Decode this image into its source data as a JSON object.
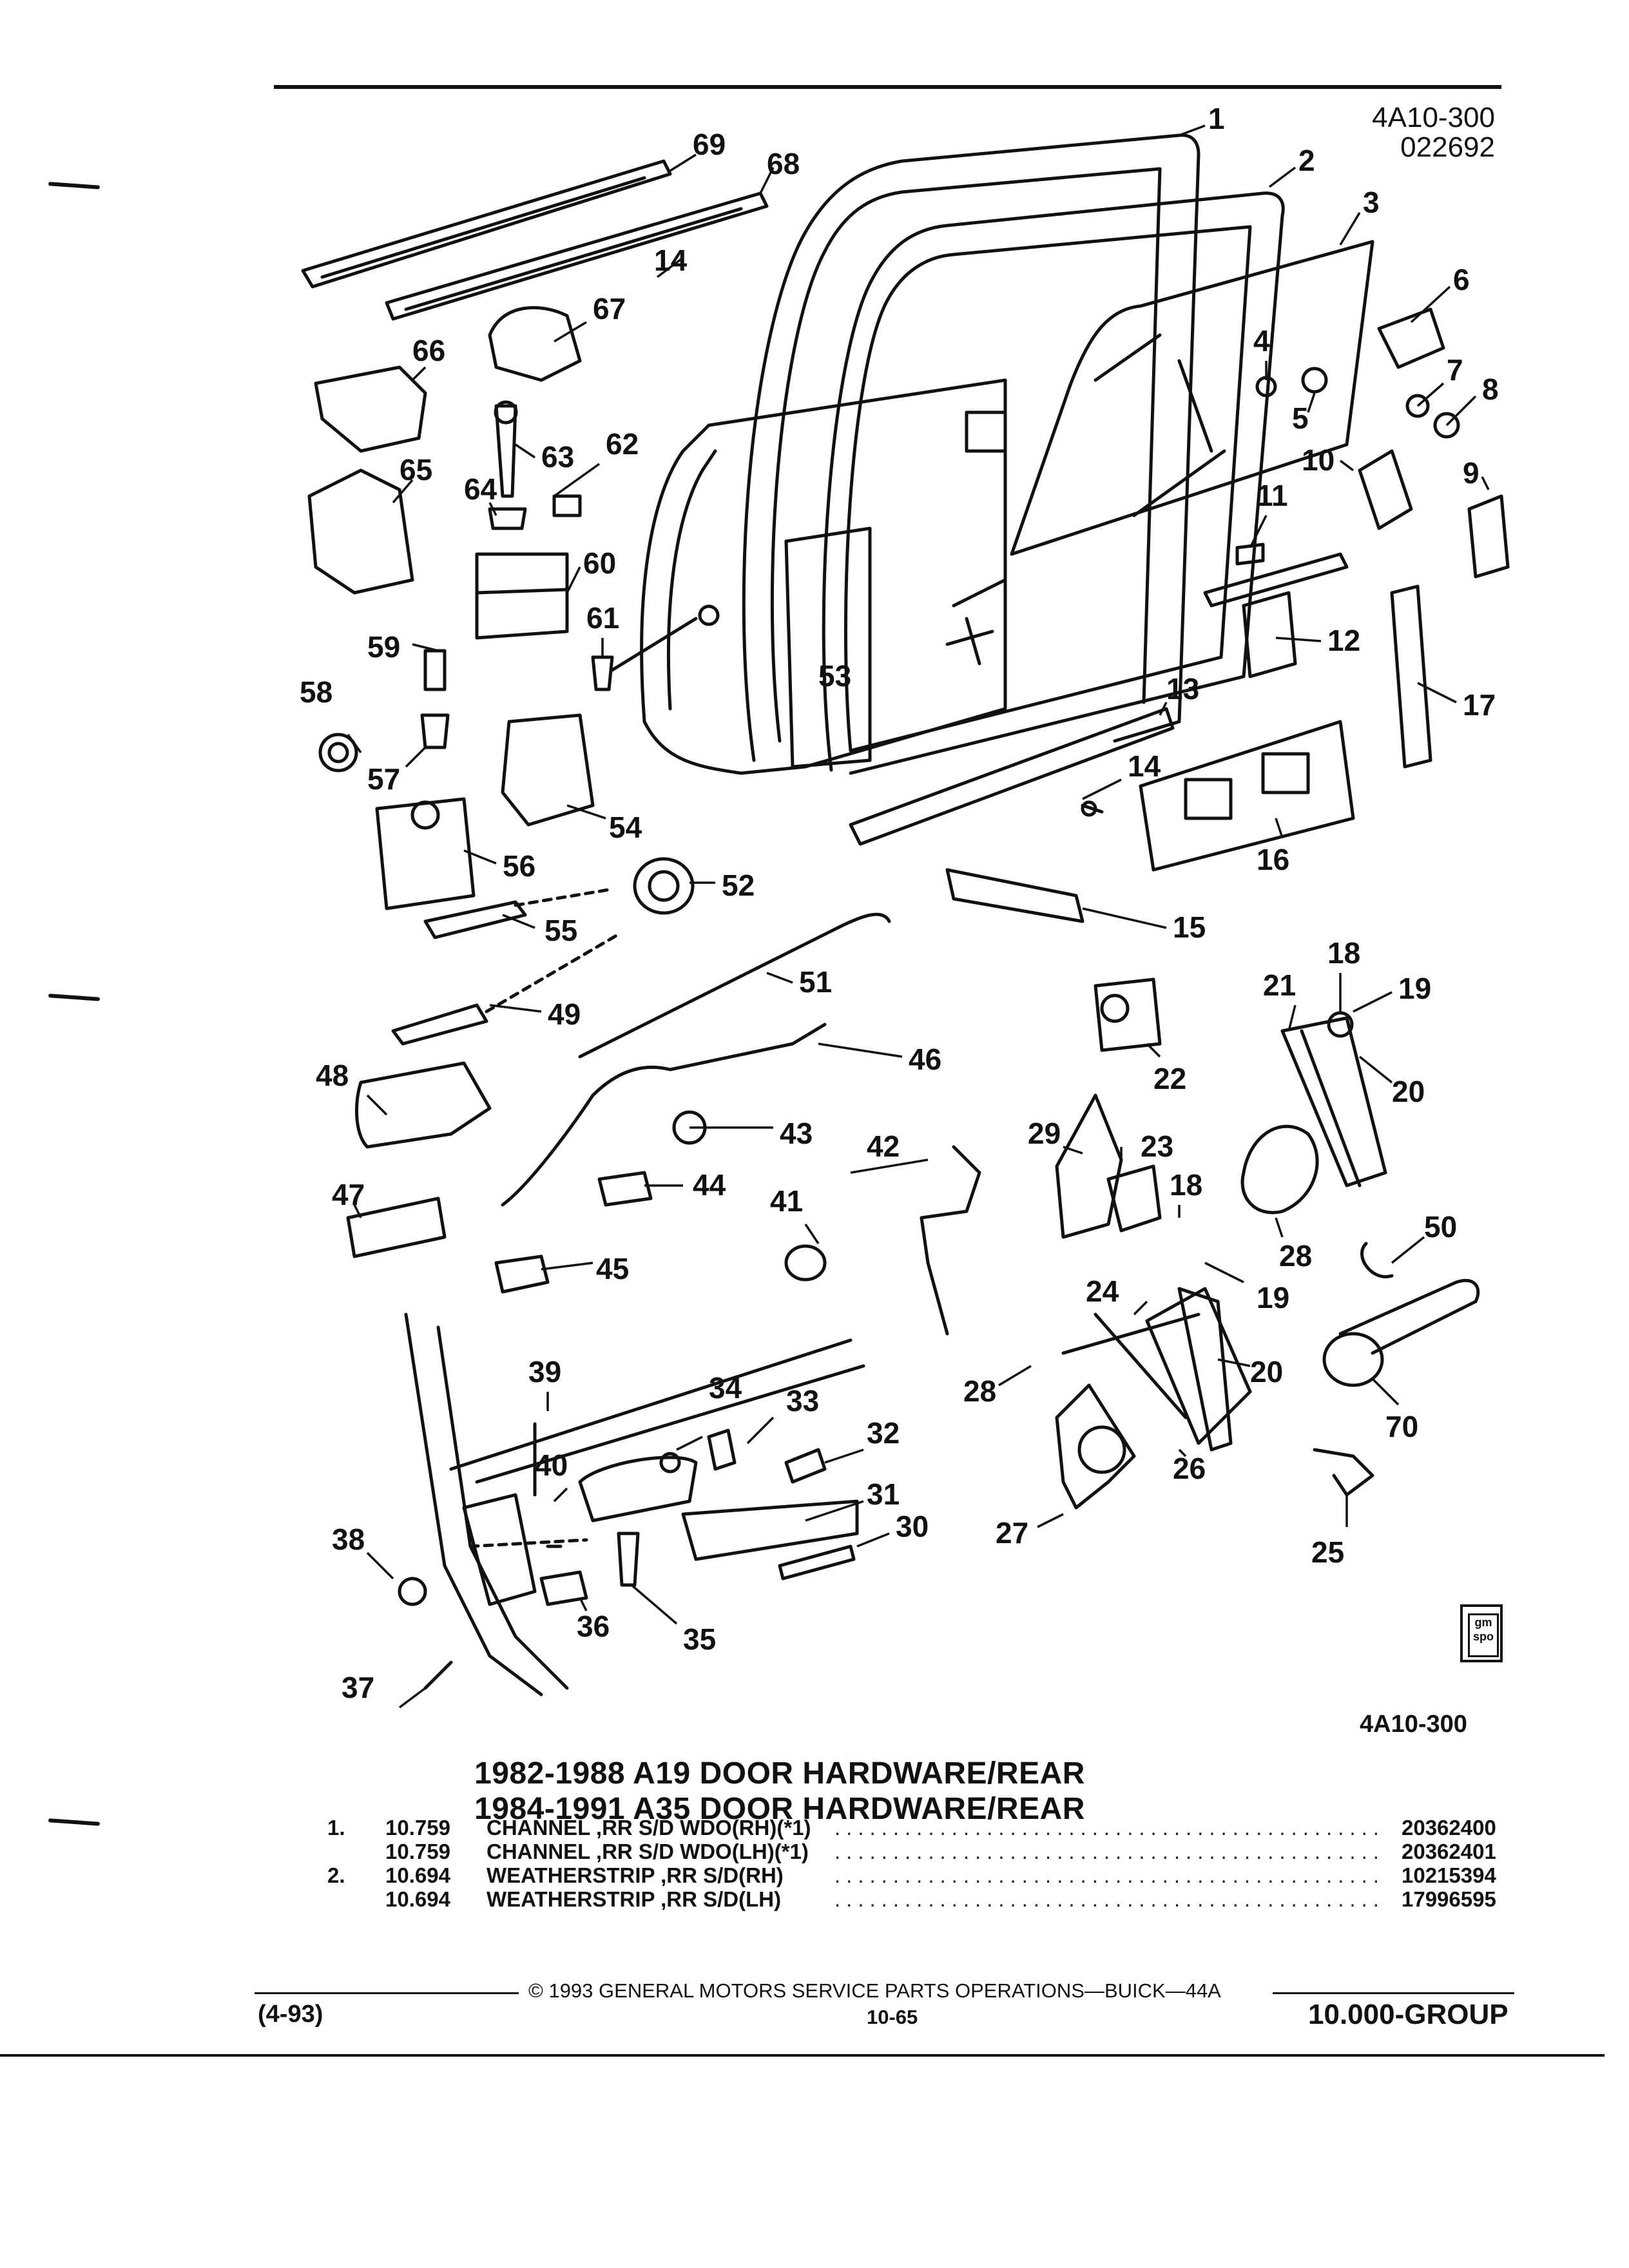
{
  "header": {
    "code": "4A10-300",
    "number": "022692"
  },
  "callouts": [
    "1",
    "2",
    "3",
    "4",
    "5",
    "6",
    "7",
    "8",
    "9",
    "10",
    "11",
    "12",
    "13",
    "14",
    "15",
    "16",
    "17",
    "18",
    "19",
    "20",
    "21",
    "22",
    "23",
    "24",
    "25",
    "26",
    "27",
    "28",
    "29",
    "30",
    "31",
    "32",
    "33",
    "34",
    "35",
    "36",
    "37",
    "38",
    "39",
    "40",
    "41",
    "42",
    "43",
    "44",
    "45",
    "46",
    "47",
    "48",
    "49",
    "50",
    "51",
    "52",
    "53",
    "54",
    "55",
    "56",
    "57",
    "58",
    "59",
    "60",
    "61",
    "62",
    "63",
    "64",
    "65",
    "66",
    "67",
    "68",
    "69",
    "70"
  ],
  "diagram_code": "4A10-300",
  "titles": [
    "1982-1988 A19 DOOR HARDWARE/REAR",
    "1984-1991 A35 DOOR HARDWARE/REAR"
  ],
  "parts": [
    {
      "item": "1.",
      "group": "10.759",
      "desc": "CHANNEL ,RR S/D WDO(RH)(*1)",
      "number": "20362400"
    },
    {
      "item": "",
      "group": "10.759",
      "desc": "CHANNEL ,RR S/D WDO(LH)(*1)",
      "number": "20362401"
    },
    {
      "item": "2.",
      "group": "10.694",
      "desc": "WEATHERSTRIP ,RR S/D(RH)",
      "number": "10215394"
    },
    {
      "item": "",
      "group": "10.694",
      "desc": "WEATHERSTRIP ,RR S/D(LH)",
      "number": "17996595"
    }
  ],
  "footer": {
    "date": "(4-93)",
    "copyright": "© 1993 GENERAL MOTORS SERVICE PARTS OPERATIONS—BUICK—44A",
    "page": "10-65",
    "group": "10.000-GROUP"
  },
  "logo_text": "gm spo",
  "colors": {
    "ink": "#111111",
    "paper": "#ffffff"
  }
}
